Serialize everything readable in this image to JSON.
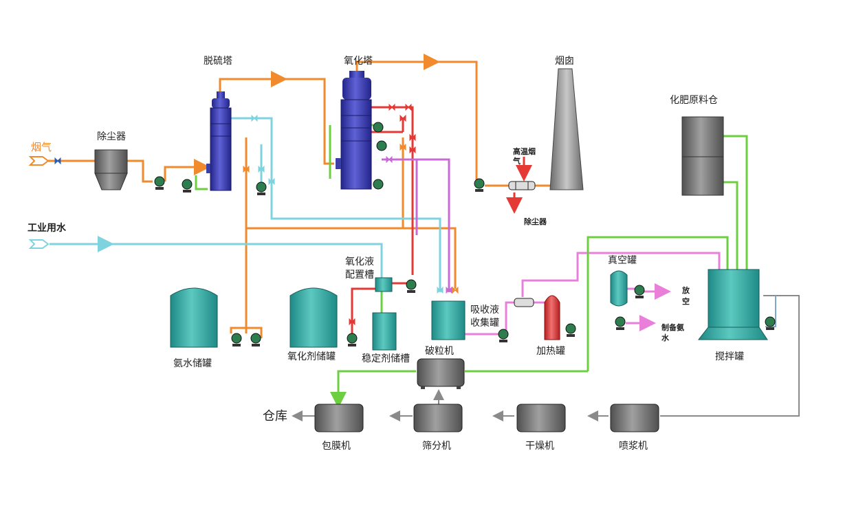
{
  "labels": {
    "desulfurization_tower": "脱硫塔",
    "oxidation_tower": "氧化塔",
    "chimney": "烟囱",
    "fertilizer_silo": "化肥原料仓",
    "dust_collector": "除尘器",
    "flue_gas": "烟气",
    "high_temp_flue_gas_line1": "高温烟",
    "high_temp_flue_gas_line2": "气",
    "dust_collector_small": "除尘器",
    "industrial_water": "工业用水",
    "oxidant_prep_tank_line1": "氧化液",
    "oxidant_prep_tank_line2": "配置槽",
    "vacuum_tank": "真空罐",
    "vent_line1": "放",
    "vent_line2": "空",
    "make_ammonia_line1": "制备氨",
    "make_ammonia_line2": "水",
    "absorb_collect_line1": "吸收液",
    "absorb_collect_line2": "收集罐",
    "ammonia_storage": "氨水储罐",
    "oxidant_storage": "氧化剂储罐",
    "stabilizer_storage": "稳定剂储槽",
    "crusher": "破粒机",
    "heating_tank": "加热罐",
    "mixing_tank": "搅拌罐",
    "warehouse": "仓库",
    "coating_machine": "包膜机",
    "screening_machine": "筛分机",
    "dryer": "干燥机",
    "spray_granulator": "喷浆机"
  },
  "colors": {
    "flue_gas": "#f08a2c",
    "water": "#7fd3df",
    "oxidant": "#e53935",
    "absorbent": "#c86ad6",
    "heating": "#ea7fd9",
    "solids": "#6ccf40",
    "product": "#8a8a8a",
    "tower": "#3d3fa8",
    "tank": "#2a9e9a"
  },
  "icons": [
    "pump-icon",
    "valve-icon",
    "arrow-icon"
  ]
}
